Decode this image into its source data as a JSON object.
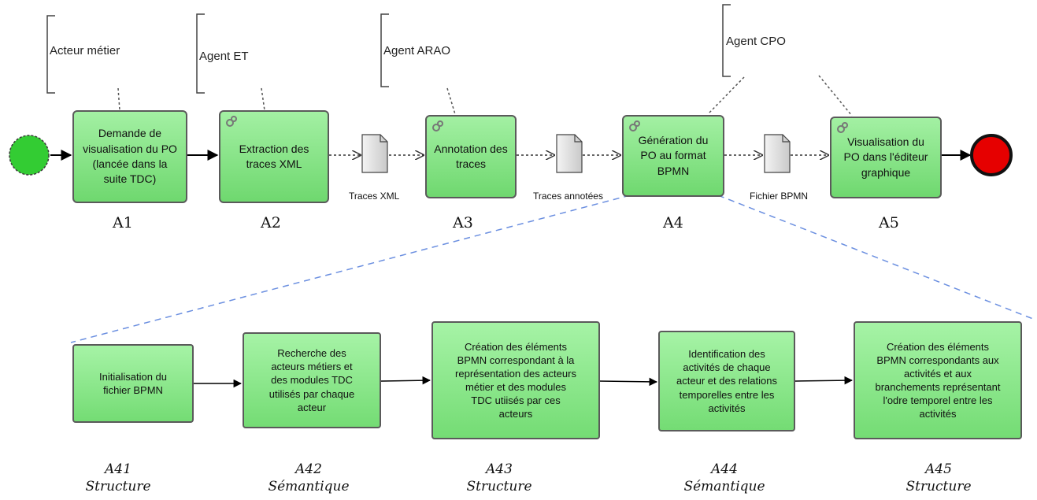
{
  "annotations": {
    "a1": "Acteur métier",
    "a2": "Agent ET",
    "a3": "Agent ARAO",
    "a4": "Agent CPO"
  },
  "tasks": [
    {
      "id": "A1",
      "text": "Demande de\nvisualisation du PO\n(lancée dans la\nsuite TDC)",
      "service": false
    },
    {
      "id": "A2",
      "text": "Extraction des\ntraces XML",
      "service": true
    },
    {
      "id": "A3",
      "text": "Annotation des\ntraces",
      "service": true
    },
    {
      "id": "A4",
      "text": "Génération du\nPO au format\nBPMN",
      "service": true
    },
    {
      "id": "A5",
      "text": "Visualisation du\nPO dans l'éditeur\ngraphique",
      "service": true
    }
  ],
  "labels": {
    "a1": "A1",
    "a2": "A2",
    "a3": "A3",
    "a4": "A4",
    "a5": "A5"
  },
  "documents": {
    "d1": "Traces XML",
    "d2": "Traces annotées",
    "d3": "Fichier BPMN"
  },
  "subtasks": [
    {
      "id": "A41",
      "text": "Initialisation du\nfichier BPMN",
      "id_label": "A41",
      "category": "Structure"
    },
    {
      "id": "A42",
      "text": "Recherche des\nacteurs métiers et\ndes modules TDC\nutilisés par chaque\nacteur",
      "id_label": "A42",
      "category": "Sémantique"
    },
    {
      "id": "A43",
      "text": "Création des éléments\nBPMN correspondant à la\nreprésentation des acteurs\nmétier et des modules\nTDC utiisés par ces\nacteurs",
      "id_label": "A43",
      "category": "Structure"
    },
    {
      "id": "A44",
      "text": "Identification des\nactivités de chaque\nacteur et des relations\ntemporelles entre les\nactivités",
      "id_label": "A44",
      "category": "Sémantique"
    },
    {
      "id": "A45",
      "text": "Création des éléments\nBPMN correspondants aux\nactivités et aux\nbranchements représentant\nl'odre temporel entre les\nactivités",
      "id_label": "A45",
      "category": "Structure"
    }
  ],
  "colors": {
    "start_event": "#33cc33",
    "end_event": "#e60000",
    "task_fill": "#7ddc7d",
    "expansion_line": "#6b8fe0"
  }
}
